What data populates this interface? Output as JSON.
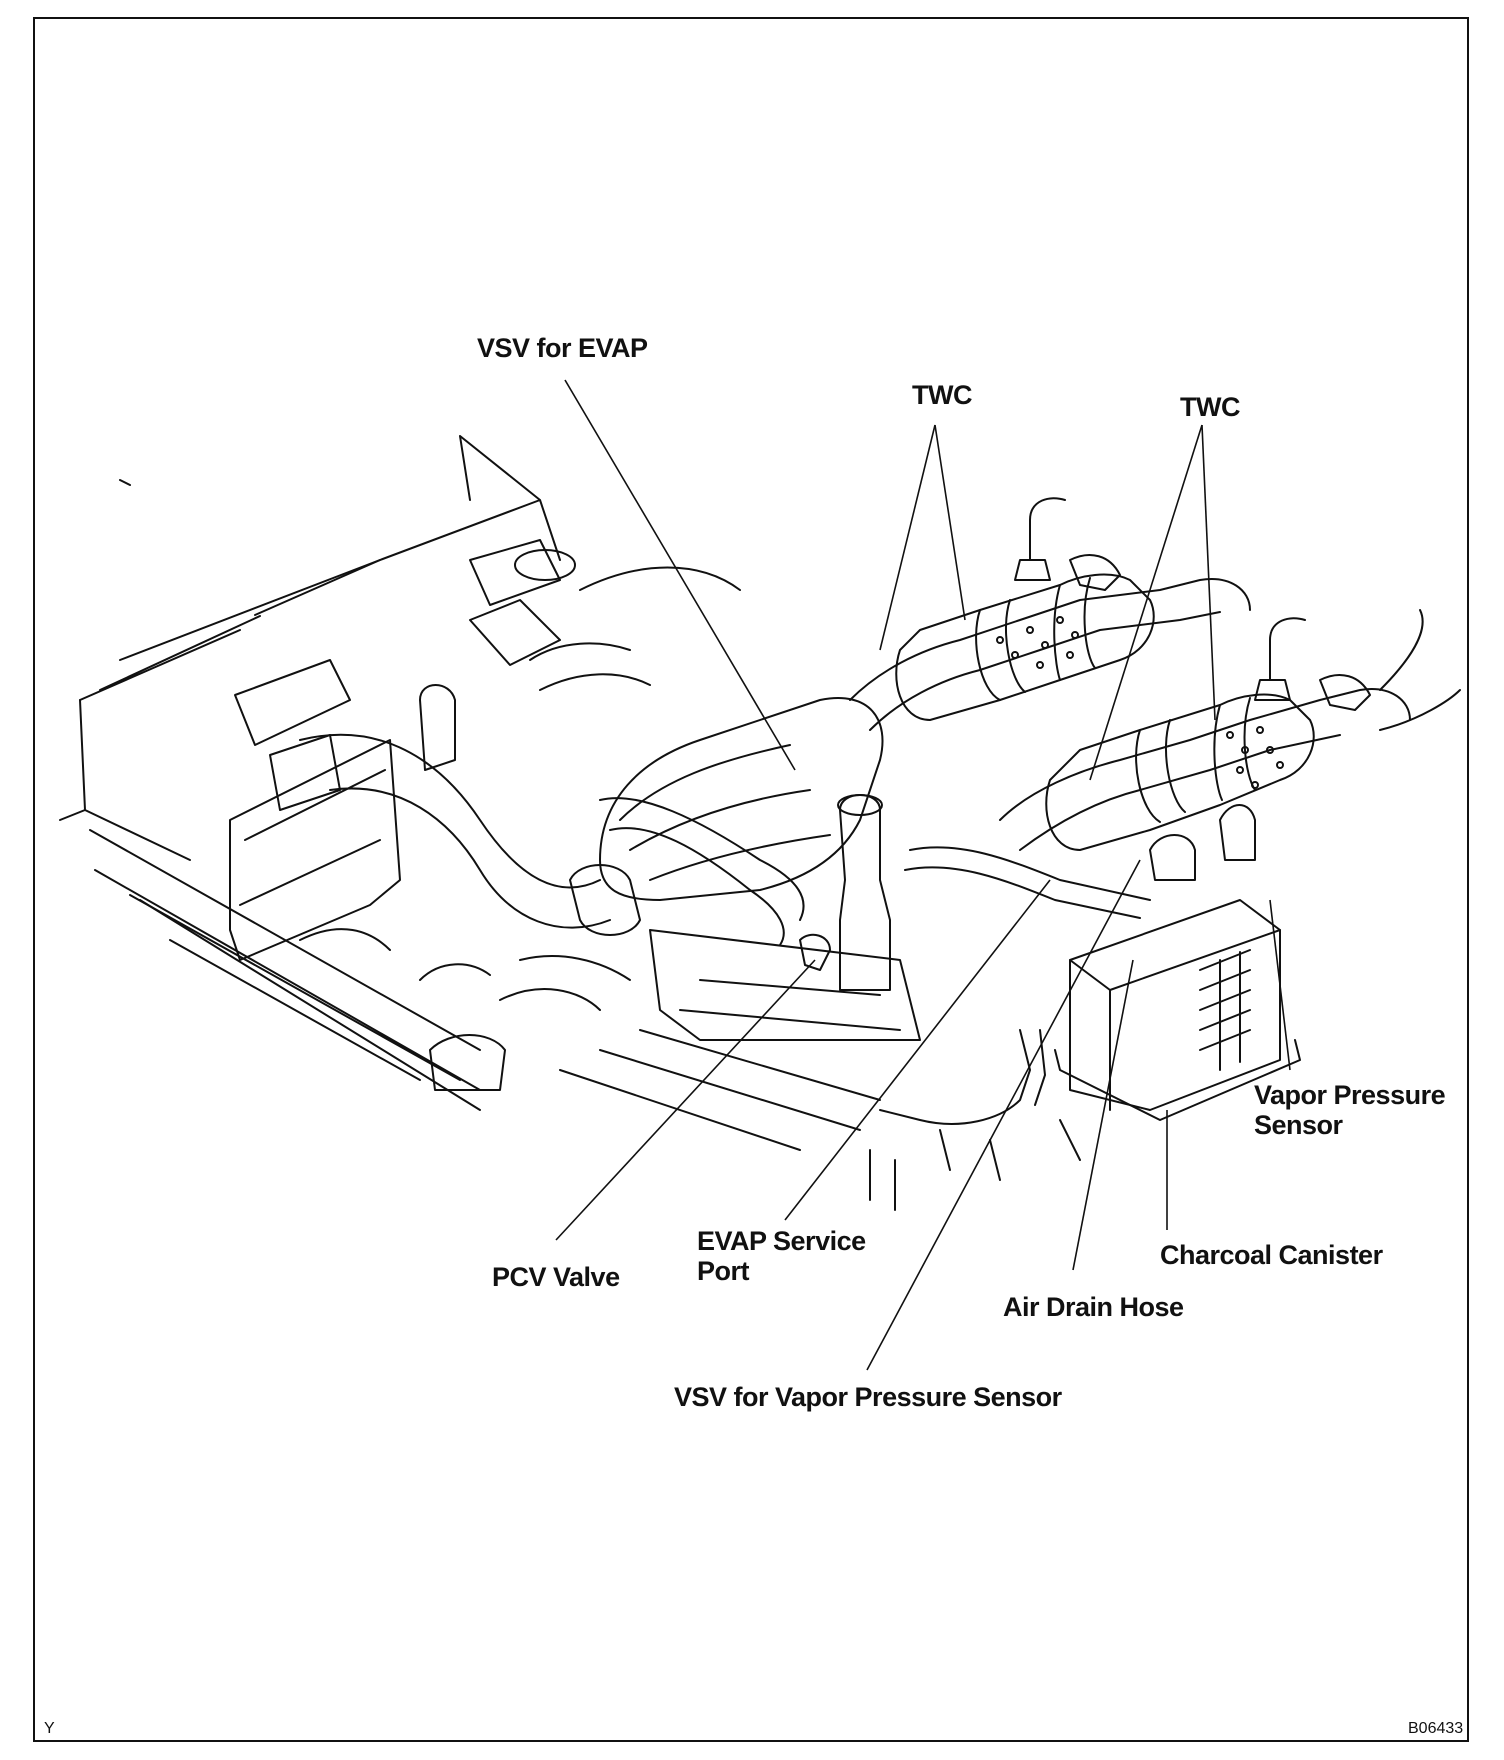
{
  "labels": {
    "vsv_for_evap": "VSV for EVAP",
    "twc_1": "TWC",
    "twc_2": "TWC",
    "vapor_pressure_sensor_line1": "Vapor Pressure",
    "vapor_pressure_sensor_line2": "Sensor",
    "charcoal_canister": "Charcoal Canister",
    "air_drain_hose": "Air Drain Hose",
    "evap_service_port_line1": "EVAP Service",
    "evap_service_port_line2": "Port",
    "pcv_valve": "PCV Valve",
    "vsv_for_vapor_pressure_sensor": "VSV for Vapor Pressure Sensor"
  },
  "corner": {
    "left_code": "Y",
    "figure_code": "B06433"
  },
  "colors": {
    "line": "#111111",
    "paper": "#ffffff"
  }
}
